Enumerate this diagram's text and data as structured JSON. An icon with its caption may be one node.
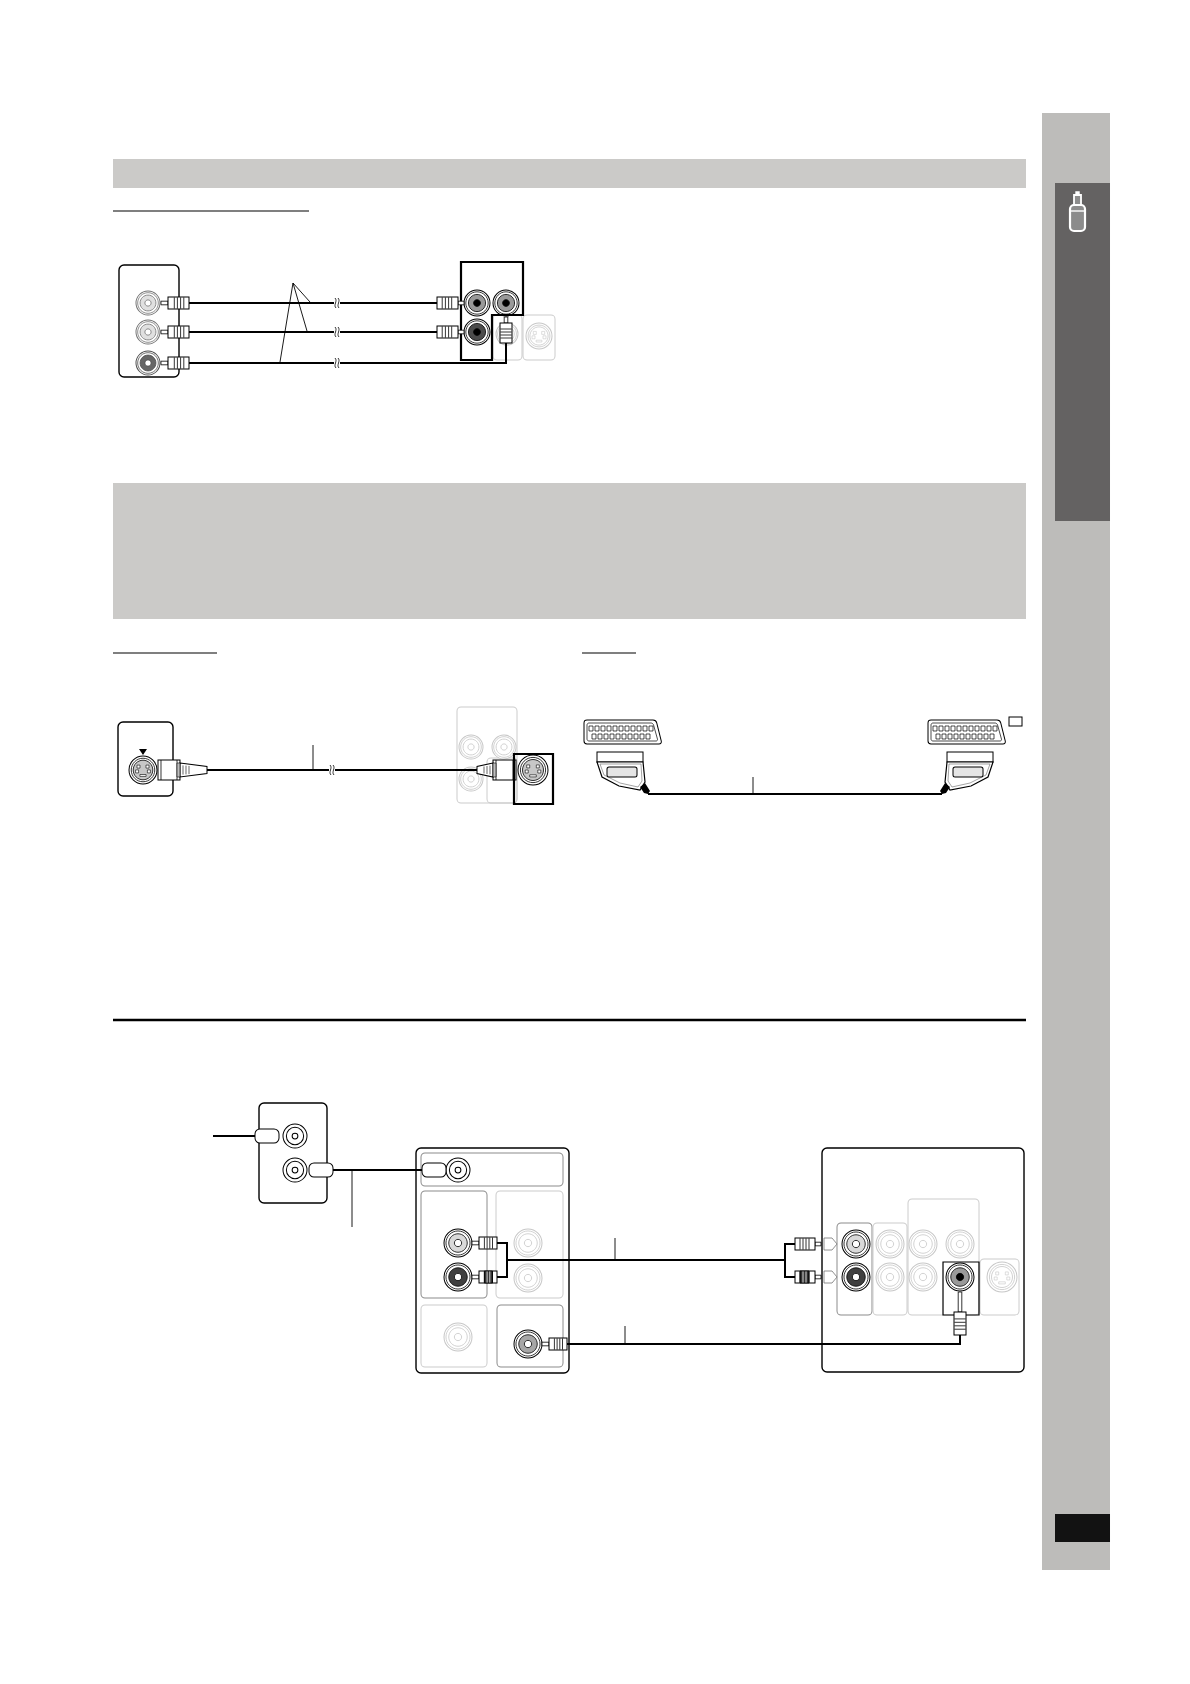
{
  "diagram": {
    "nodes": [
      {
        "text": [],
        "shape": "bar"
      },
      {
        "text": [],
        "shape": "box"
      },
      {
        "text": [],
        "shape": "picture"
      },
      {
        "text": [],
        "shape": "picture"
      },
      {
        "text": [],
        "shape": "picture"
      },
      {
        "text": [],
        "shape": "box"
      },
      {
        "text": [],
        "shape": "picture"
      },
      {
        "text": [],
        "shape": "picture"
      },
      {
        "text": [],
        "shape": "picture"
      },
      {
        "text": [],
        "shape": "bar"
      },
      {
        "text": [],
        "shape": "box"
      },
      {
        "text": [],
        "shape": "picture"
      },
      {
        "text": [],
        "shape": "picture"
      },
      {
        "text": [],
        "shape": "box"
      },
      {
        "text": [],
        "shape": "picture"
      },
      {
        "text": [],
        "shape": "picture"
      },
      {
        "text": [],
        "shape": "box"
      },
      {
        "text": [],
        "shape": "box"
      },
      {
        "text": [],
        "shape": "box"
      },
      {
        "text": [],
        "shape": "box"
      },
      {
        "text": [],
        "shape": "box",
        "in": 19
      },
      {
        "text": [],
        "shape": "picture",
        "in": 19
      },
      {
        "text": [],
        "shape": "picture",
        "in": 19
      },
      {
        "text": [],
        "shape": "picture",
        "in": 19
      },
      {
        "text": [],
        "shape": "picture"
      },
      {
        "text": [],
        "shape": "picture"
      },
      {
        "text": [],
        "shape": "box"
      },
      {
        "text": [],
        "shape": "box",
        "in": 26
      },
      {
        "text": [],
        "shape": "picture",
        "in": 26
      }
    ],
    "edges": [
      {
        "from": 2,
        "to": 6,
        "arrow": "none"
      },
      {
        "from": 3,
        "to": 7,
        "arrow": "none"
      },
      {
        "from": 4,
        "to": 8,
        "arrow": "none"
      },
      {
        "from": 11,
        "to": 12,
        "arrow": "none"
      },
      {
        "from": 14,
        "to": 15,
        "arrow": "none"
      },
      {
        "from": null,
        "to": 17,
        "arrow": "none"
      },
      {
        "from": 18,
        "to": 20,
        "arrow": "none"
      },
      {
        "from": 21,
        "to": 24,
        "arrow": "none"
      },
      {
        "from": 22,
        "to": 25,
        "arrow": "none"
      },
      {
        "from": 23,
        "to": 28,
        "arrow": "none"
      }
    ]
  }
}
